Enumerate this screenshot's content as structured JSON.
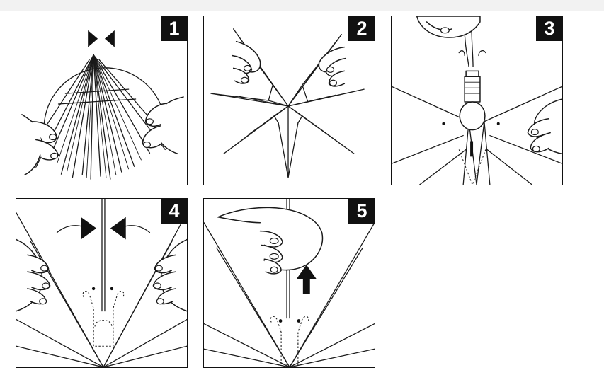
{
  "steps": [
    {
      "number": "1"
    },
    {
      "number": "2"
    },
    {
      "number": "3"
    },
    {
      "number": "4"
    },
    {
      "number": "5"
    }
  ]
}
